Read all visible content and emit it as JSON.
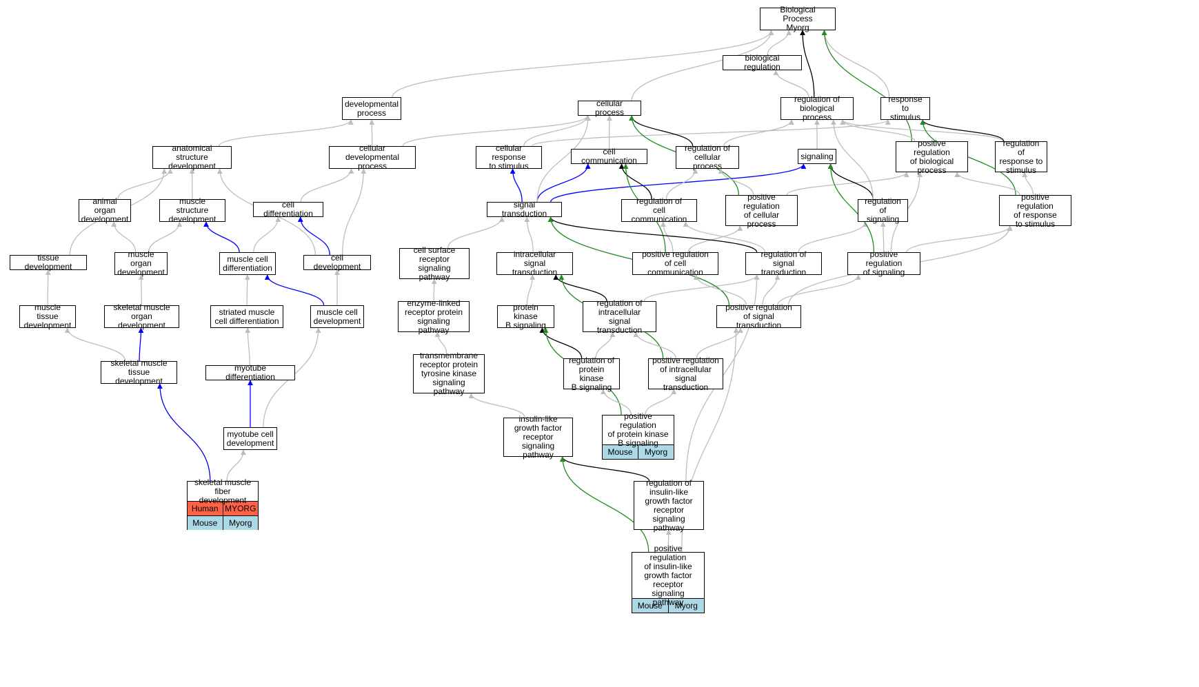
{
  "colors": {
    "gray": "#bdbdbd",
    "black": "#000000",
    "blue": "#0000ff",
    "green": "#228b22",
    "human": "#ff6347",
    "mouse": "#add8e6"
  },
  "nodes": [
    {
      "id": "bp",
      "label": "Biological Process\nMyorg"
    },
    {
      "id": "breg",
      "label": "biological regulation"
    },
    {
      "id": "devproc",
      "label": "developmental\nprocess"
    },
    {
      "id": "cellproc",
      "label": "cellular process"
    },
    {
      "id": "regbio",
      "label": "regulation of\nbiological process"
    },
    {
      "id": "resp",
      "label": "response to\nstimulus"
    },
    {
      "id": "anatdev",
      "label": "anatomical structure\ndevelopment"
    },
    {
      "id": "celldevproc",
      "label": "cellular developmental\nprocess"
    },
    {
      "id": "cellresp",
      "label": "cellular response\nto stimulus"
    },
    {
      "id": "cellcomm",
      "label": "cell communication"
    },
    {
      "id": "regcell",
      "label": "regulation of\ncellular process"
    },
    {
      "id": "signaling",
      "label": "signaling"
    },
    {
      "id": "posregbio",
      "label": "positive regulation\nof biological\nprocess"
    },
    {
      "id": "regresp",
      "label": "regulation of\nresponse to\nstimulus"
    },
    {
      "id": "animorg",
      "label": "animal organ\ndevelopment"
    },
    {
      "id": "musclestruct",
      "label": "muscle structure\ndevelopment"
    },
    {
      "id": "celldiff",
      "label": "cell differentiation"
    },
    {
      "id": "sigtrans",
      "label": "signal transduction"
    },
    {
      "id": "regcellcomm",
      "label": "regulation of\ncell communication"
    },
    {
      "id": "posregcell",
      "label": "positive regulation\nof cellular\nprocess"
    },
    {
      "id": "regsig",
      "label": "regulation of\nsignaling"
    },
    {
      "id": "posregresp",
      "label": "positive regulation\nof response\nto stimulus"
    },
    {
      "id": "tissuedev",
      "label": "tissue development"
    },
    {
      "id": "muscleorgan",
      "label": "muscle organ\ndevelopment"
    },
    {
      "id": "musclecelldiff",
      "label": "muscle cell\ndifferentiation"
    },
    {
      "id": "celldev",
      "label": "cell development"
    },
    {
      "id": "cellsurf",
      "label": "cell surface\nreceptor signaling\npathway"
    },
    {
      "id": "intracell",
      "label": "intracellular\nsignal transduction"
    },
    {
      "id": "posregcellcomm",
      "label": "positive regulation\nof cell communication"
    },
    {
      "id": "regsigtrans",
      "label": "regulation of\nsignal transduction"
    },
    {
      "id": "posregsig",
      "label": "positive regulation\nof signaling"
    },
    {
      "id": "muscletissue",
      "label": "muscle tissue\ndevelopment"
    },
    {
      "id": "skelorgan",
      "label": "skeletal muscle\norgan development"
    },
    {
      "id": "striated",
      "label": "striated muscle\ncell differentiation"
    },
    {
      "id": "musclecelldev",
      "label": "muscle cell\ndevelopment"
    },
    {
      "id": "enzyme",
      "label": "enzyme-linked\nreceptor protein\nsignaling pathway"
    },
    {
      "id": "pkb",
      "label": "protein kinase\nB signaling"
    },
    {
      "id": "regintra",
      "label": "regulation of\nintracellular\nsignal transduction"
    },
    {
      "id": "posregsigtrans",
      "label": "positive regulation\nof signal transduction"
    },
    {
      "id": "skeltissue",
      "label": "skeletal muscle\ntissue development"
    },
    {
      "id": "myotubediff",
      "label": "myotube differentiation"
    },
    {
      "id": "rtk",
      "label": "transmembrane\nreceptor protein\ntyrosine kinase\nsignaling pathway"
    },
    {
      "id": "regpkb",
      "label": "regulation of\nprotein kinase\nB signaling"
    },
    {
      "id": "posregintra",
      "label": "positive regulation\nof intracellular\nsignal transduction"
    },
    {
      "id": "posregpkb",
      "label": "positive regulation\nof protein kinase\nB signaling",
      "tags": [
        [
          "Mouse",
          "Myorg"
        ]
      ]
    },
    {
      "id": "myotubecell",
      "label": "myotube cell\ndevelopment"
    },
    {
      "id": "igf",
      "label": "insulin-like\ngrowth factor\nreceptor signaling\npathway"
    },
    {
      "id": "skelfiber",
      "label": "skeletal muscle\nfiber development",
      "tags": [
        [
          "Human",
          "MYORG"
        ],
        [
          "Mouse",
          "Myorg"
        ]
      ]
    },
    {
      "id": "regigf",
      "label": "regulation of\ninsulin-like\ngrowth factor\nreceptor signaling\npathway"
    },
    {
      "id": "posregigf",
      "label": "positive regulation\nof insulin-like\ngrowth factor\nreceptor signaling\npathway",
      "tags": [
        [
          "Mouse",
          "Myorg"
        ]
      ]
    }
  ],
  "edges": [
    {
      "from": "breg",
      "to": "bp",
      "color": "gray"
    },
    {
      "from": "devproc",
      "to": "bp",
      "color": "gray"
    },
    {
      "from": "cellproc",
      "to": "bp",
      "color": "gray"
    },
    {
      "from": "regbio",
      "to": "bp",
      "color": "black"
    },
    {
      "from": "regbio",
      "to": "breg",
      "color": "gray"
    },
    {
      "from": "resp",
      "to": "bp",
      "color": "gray"
    },
    {
      "from": "posregbio",
      "to": "bp",
      "color": "green"
    },
    {
      "from": "anatdev",
      "to": "devproc",
      "color": "gray"
    },
    {
      "from": "celldevproc",
      "to": "devproc",
      "color": "gray"
    },
    {
      "from": "celldevproc",
      "to": "cellproc",
      "color": "gray"
    },
    {
      "from": "cellresp",
      "to": "cellproc",
      "color": "gray"
    },
    {
      "from": "cellresp",
      "to": "resp",
      "color": "gray"
    },
    {
      "from": "cellcomm",
      "to": "cellproc",
      "color": "gray"
    },
    {
      "from": "regcell",
      "to": "cellproc",
      "color": "black"
    },
    {
      "from": "regcell",
      "to": "regbio",
      "color": "gray"
    },
    {
      "from": "signaling",
      "to": "regbio",
      "color": "gray"
    },
    {
      "from": "posregbio",
      "to": "regbio",
      "color": "gray"
    },
    {
      "from": "regresp",
      "to": "regbio",
      "color": "gray"
    },
    {
      "from": "regresp",
      "to": "resp",
      "color": "black"
    },
    {
      "from": "posregresp",
      "to": "resp",
      "color": "green"
    },
    {
      "from": "posregresp",
      "to": "posregbio",
      "color": "gray"
    },
    {
      "from": "posregresp",
      "to": "regresp",
      "color": "gray"
    },
    {
      "from": "posregcell",
      "to": "cellproc",
      "color": "green"
    },
    {
      "from": "animorg",
      "to": "anatdev",
      "color": "gray"
    },
    {
      "from": "musclestruct",
      "to": "anatdev",
      "color": "gray"
    },
    {
      "from": "tissuedev",
      "to": "anatdev",
      "color": "gray"
    },
    {
      "from": "celldev",
      "to": "anatdev",
      "color": "gray"
    },
    {
      "from": "celldiff",
      "to": "celldevproc",
      "color": "gray"
    },
    {
      "from": "celldev",
      "to": "celldevproc",
      "color": "gray"
    },
    {
      "from": "sigtrans",
      "to": "cellresp",
      "color": "blue"
    },
    {
      "from": "sigtrans",
      "to": "cellcomm",
      "color": "blue"
    },
    {
      "from": "sigtrans",
      "to": "signaling",
      "color": "blue"
    },
    {
      "from": "sigtrans",
      "to": "cellproc",
      "color": "gray"
    },
    {
      "from": "regcellcomm",
      "to": "cellcomm",
      "color": "black"
    },
    {
      "from": "regcellcomm",
      "to": "regcell",
      "color": "gray"
    },
    {
      "from": "posregcell",
      "to": "regcell",
      "color": "gray"
    },
    {
      "from": "posregcell",
      "to": "posregbio",
      "color": "gray"
    },
    {
      "from": "regsig",
      "to": "signaling",
      "color": "black"
    },
    {
      "from": "regsig",
      "to": "regbio",
      "color": "gray"
    },
    {
      "from": "muscleorgan",
      "to": "animorg",
      "color": "gray"
    },
    {
      "from": "muscleorgan",
      "to": "musclestruct",
      "color": "gray"
    },
    {
      "from": "musclecelldiff",
      "to": "musclestruct",
      "color": "blue"
    },
    {
      "from": "musclecelldiff",
      "to": "celldiff",
      "color": "gray"
    },
    {
      "from": "celldev",
      "to": "celldiff",
      "color": "blue"
    },
    {
      "from": "cellsurf",
      "to": "sigtrans",
      "color": "gray"
    },
    {
      "from": "intracell",
      "to": "sigtrans",
      "color": "gray"
    },
    {
      "from": "posregcellcomm",
      "to": "cellcomm",
      "color": "green"
    },
    {
      "from": "posregcellcomm",
      "to": "regcellcomm",
      "color": "gray"
    },
    {
      "from": "posregcellcomm",
      "to": "posregcell",
      "color": "gray"
    },
    {
      "from": "regsigtrans",
      "to": "sigtrans",
      "color": "black"
    },
    {
      "from": "regsigtrans",
      "to": "regcellcomm",
      "color": "gray"
    },
    {
      "from": "regsigtrans",
      "to": "regsig",
      "color": "gray"
    },
    {
      "from": "posregsig",
      "to": "signaling",
      "color": "green"
    },
    {
      "from": "posregsig",
      "to": "regsig",
      "color": "gray"
    },
    {
      "from": "posregsig",
      "to": "posregbio",
      "color": "gray"
    },
    {
      "from": "posregsig",
      "to": "posregresp",
      "color": "gray"
    },
    {
      "from": "muscletissue",
      "to": "tissuedev",
      "color": "gray"
    },
    {
      "from": "skelorgan",
      "to": "muscleorgan",
      "color": "gray"
    },
    {
      "from": "striated",
      "to": "musclecelldiff",
      "color": "gray"
    },
    {
      "from": "musclecelldev",
      "to": "musclecelldiff",
      "color": "blue"
    },
    {
      "from": "musclecelldev",
      "to": "celldev",
      "color": "gray"
    },
    {
      "from": "enzyme",
      "to": "cellsurf",
      "color": "gray"
    },
    {
      "from": "pkb",
      "to": "intracell",
      "color": "gray"
    },
    {
      "from": "regintra",
      "to": "intracell",
      "color": "black"
    },
    {
      "from": "regintra",
      "to": "regsigtrans",
      "color": "gray"
    },
    {
      "from": "posregsigtrans",
      "to": "sigtrans",
      "color": "green"
    },
    {
      "from": "posregsigtrans",
      "to": "regsigtrans",
      "color": "gray"
    },
    {
      "from": "posregsigtrans",
      "to": "posregcellcomm",
      "color": "gray"
    },
    {
      "from": "posregsigtrans",
      "to": "posregsig",
      "color": "gray"
    },
    {
      "from": "posregsigtrans",
      "to": "posregresp",
      "color": "gray"
    },
    {
      "from": "skeltissue",
      "to": "muscletissue",
      "color": "gray"
    },
    {
      "from": "skeltissue",
      "to": "skelorgan",
      "color": "blue"
    },
    {
      "from": "myotubediff",
      "to": "striated",
      "color": "gray"
    },
    {
      "from": "rtk",
      "to": "enzyme",
      "color": "gray"
    },
    {
      "from": "regpkb",
      "to": "pkb",
      "color": "black"
    },
    {
      "from": "regpkb",
      "to": "regintra",
      "color": "gray"
    },
    {
      "from": "posregintra",
      "to": "intracell",
      "color": "green"
    },
    {
      "from": "posregintra",
      "to": "regintra",
      "color": "gray"
    },
    {
      "from": "posregintra",
      "to": "posregsigtrans",
      "color": "gray"
    },
    {
      "from": "posregpkb",
      "to": "pkb",
      "color": "green"
    },
    {
      "from": "posregpkb",
      "to": "regpkb",
      "color": "gray"
    },
    {
      "from": "posregpkb",
      "to": "posregintra",
      "color": "gray"
    },
    {
      "from": "myotubecell",
      "to": "myotubediff",
      "color": "blue"
    },
    {
      "from": "myotubecell",
      "to": "musclecelldev",
      "color": "gray"
    },
    {
      "from": "igf",
      "to": "rtk",
      "color": "gray"
    },
    {
      "from": "skelfiber",
      "to": "skeltissue",
      "color": "blue"
    },
    {
      "from": "skelfiber",
      "to": "myotubecell",
      "color": "gray"
    },
    {
      "from": "regigf",
      "to": "igf",
      "color": "black"
    },
    {
      "from": "regigf",
      "to": "regsigtrans",
      "color": "gray"
    },
    {
      "from": "posregigf",
      "to": "igf",
      "color": "green"
    },
    {
      "from": "posregigf",
      "to": "regigf",
      "color": "gray"
    },
    {
      "from": "posregigf",
      "to": "posregsigtrans",
      "color": "gray"
    }
  ]
}
